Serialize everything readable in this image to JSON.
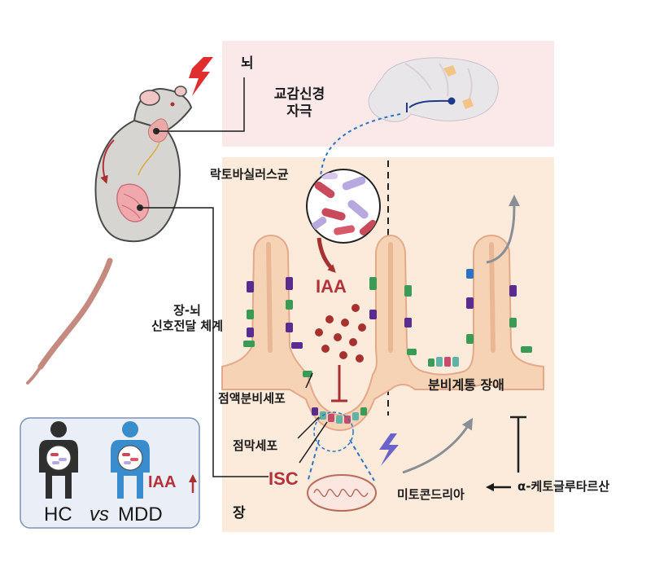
{
  "labels": {
    "brain": "뇌",
    "vagus_line1": "교감신경",
    "vagus_line2": "자극",
    "lactobacillus": "락토바실러스균",
    "iaa_gut": "IAA",
    "gut_brain_line1": "장-뇌",
    "gut_brain_line2": "신호전달 체계",
    "goblet_cell": "점액분비세포",
    "mucosal_cell": "점막세포",
    "isc": "ISC",
    "mitochondria": "미토콘드리아",
    "secretory_disorder": "분비계통 장애",
    "akg": "α-케토글루타르산",
    "gut": "장",
    "hc": "HC",
    "vs": "vs",
    "mdd": "MDD",
    "iaa_patient": "IAA"
  },
  "colors": {
    "brain_panel": "#fbe9ea",
    "gut_panel": "#fcebdb",
    "villus_fill": "#f7d3b6",
    "villus_border": "#e3a98a",
    "iaa_red": "#b5313a",
    "mito_line": "#b76d5a",
    "human_panel_bg": "#e9eef7",
    "human_panel_border": "#7b92b8",
    "hc_body": "#2f2f2f",
    "mdd_body": "#3a8dcc",
    "vagus_dot_line": "#2a74c4",
    "arrow_gray": "#8a8f96"
  },
  "icons": [
    "lightning-icon",
    "brain-icon",
    "mouse-icon",
    "bacteria-icon",
    "mitochondria-icon",
    "human-figure-icon",
    "up-arrow-icon"
  ]
}
